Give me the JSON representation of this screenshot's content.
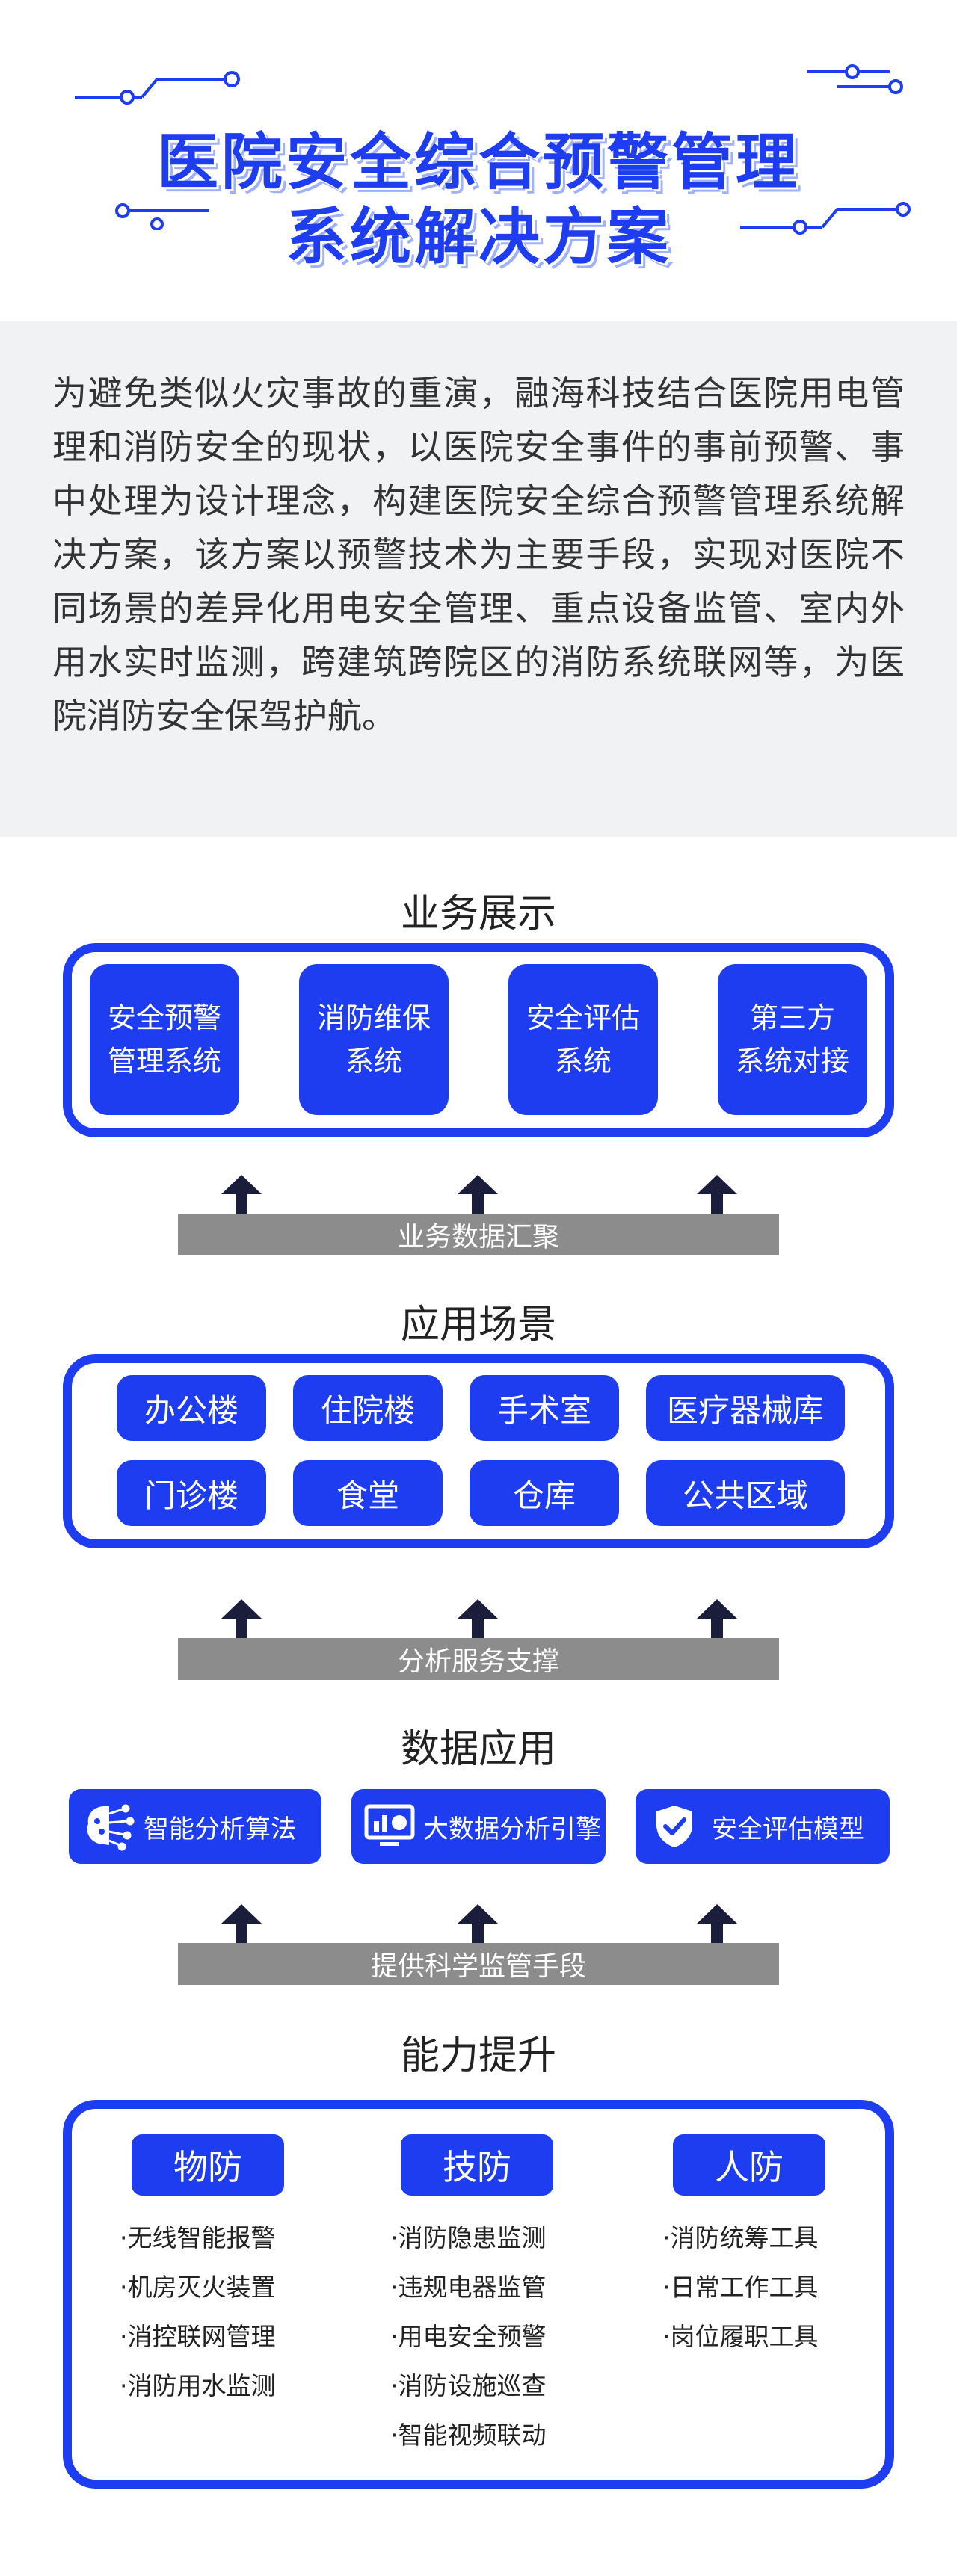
{
  "header": {
    "title_line1": "医院安全综合预警管理",
    "title_line2": "系统解决方案"
  },
  "intro": {
    "text": "为避免类似火灾事故的重演，融海科技结合医院用电管理和消防安全的现状，以医院安全事件的事前预警、事中处理为设计理念，构建医院安全综合预警管理系统解决方案，该方案以预警技术为主要手段，实现对医院不同场景的差异化用电安全管理、重点设备监管、室内外用水实时监测，跨建筑跨院区的消防系统联网等，为医院消防安全保驾护航。"
  },
  "business": {
    "title": "业务展示",
    "boxes": [
      {
        "line1": "安全预警",
        "line2": "管理系统"
      },
      {
        "line1": "消防维保",
        "line2": "系统"
      },
      {
        "line1": "安全评估",
        "line2": "系统"
      },
      {
        "line1": "第三方",
        "line2": "系统对接"
      }
    ],
    "bar_label": "业务数据汇聚"
  },
  "scenes": {
    "title": "应用场景",
    "items": [
      "办公楼",
      "住院楼",
      "手术室",
      "医疗器械库",
      "门诊楼",
      "食堂",
      "仓库",
      "公共区域"
    ],
    "bar_label": "分析服务支撑"
  },
  "data_app": {
    "title": "数据应用",
    "items": [
      {
        "label": "智能分析算法",
        "icon": "brain-circuit-icon"
      },
      {
        "label": "大数据分析引擎",
        "icon": "monitor-chart-icon"
      },
      {
        "label": "安全评估模型",
        "icon": "shield-check-icon"
      }
    ],
    "bar_label": "提供科学监管手段"
  },
  "ability": {
    "title": "能力提升",
    "columns": [
      {
        "head": "物防",
        "items": [
          "·无线智能报警",
          "·机房灭火装置",
          "·消控联网管理",
          "·消防用水监测"
        ]
      },
      {
        "head": "技防",
        "items": [
          "·消防隐患监测",
          "·违规电器监管",
          "·用电安全预警",
          "·消防设施巡查",
          "·智能视频联动"
        ]
      },
      {
        "head": "人防",
        "items": [
          "·消防统筹工具",
          "·日常工作工具",
          "·岗位履职工具"
        ]
      }
    ]
  },
  "colors": {
    "accent": "#1e3cf0",
    "bar": "#8c8c8c",
    "arrow": "#1a1e3a",
    "intro_bg": "#f1f2f4"
  }
}
